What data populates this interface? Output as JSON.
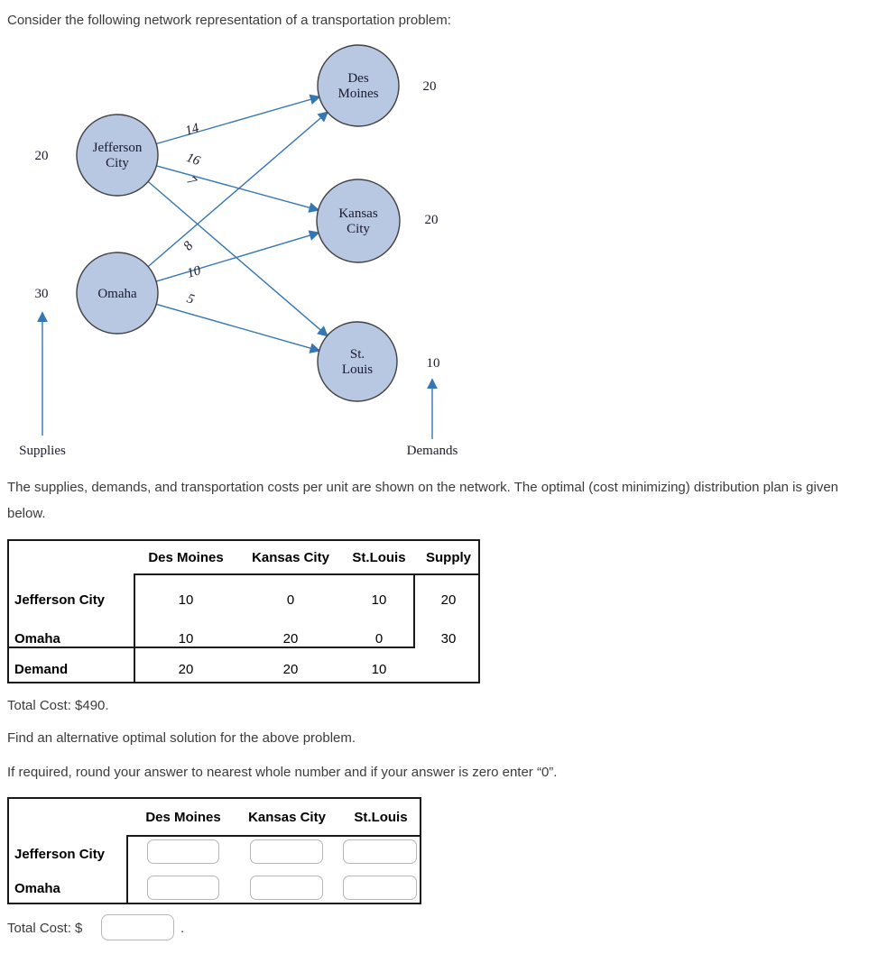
{
  "page": {
    "intro": "Consider the following network representation of a transportation problem:",
    "description": "The supplies, demands, and transportation costs per unit are shown on the network. The optimal (cost minimizing) distribution plan is given below.",
    "total_cost_given": "Total Cost: $490.",
    "find_text": "Find an alternative optimal solution for the above problem.",
    "round_text": "If required, round your answer to nearest whole number and if your answer is zero enter “0”."
  },
  "diagram": {
    "supplies_label": "Supplies",
    "demands_label": "Demands",
    "nodes": {
      "jefferson_city": {
        "line1": "Jefferson",
        "line2": "City",
        "supply": "20"
      },
      "omaha": {
        "line1": "Omaha",
        "supply": "30"
      },
      "des_moines": {
        "line1": "Des",
        "line2": "Moines",
        "demand": "20"
      },
      "kansas_city": {
        "line1": "Kansas",
        "line2": "City",
        "demand": "20"
      },
      "st_louis": {
        "line1": "St.",
        "line2": "Louis",
        "demand": "10"
      }
    },
    "costs": {
      "jc_dm": "14",
      "jc_kc": "16",
      "jc_stl": "7",
      "om_dm": "8",
      "om_kc": "10",
      "om_stl": "5"
    }
  },
  "table1": {
    "headers": [
      "Des Moines",
      "Kansas City",
      "St.Louis",
      "Supply"
    ],
    "rows": [
      {
        "label": "Jefferson City",
        "values": [
          "10",
          "0",
          "10"
        ],
        "supply": "20"
      },
      {
        "label": "Omaha",
        "values": [
          "10",
          "20",
          "0"
        ],
        "supply": "30"
      }
    ],
    "demand_row": {
      "label": "Demand",
      "values": [
        "20",
        "20",
        "10"
      ]
    }
  },
  "table2": {
    "headers": [
      "Des Moines",
      "Kansas City",
      "St.Louis"
    ],
    "row_labels": [
      "Jefferson City",
      "Omaha"
    ]
  },
  "answer": {
    "total_cost_label": "Total Cost: $",
    "period": "."
  },
  "colors": {
    "node_fill": "#b8c7e2",
    "node_stroke": "#404040",
    "arc_blue": "#3576b4",
    "body_text": "#3b3b3b",
    "table_text": "#000000"
  }
}
